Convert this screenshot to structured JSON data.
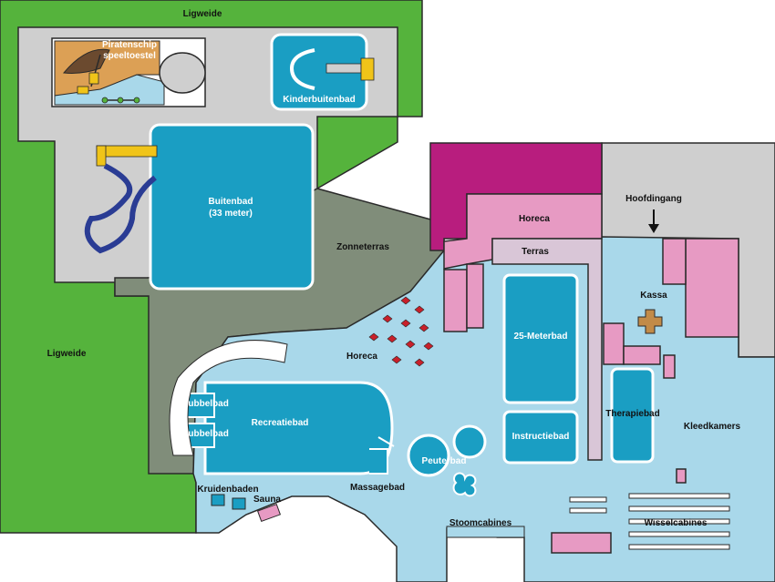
{
  "colors": {
    "lawn": "#55b33c",
    "paving": "#cfcfcf",
    "terrace": "#808d7a",
    "indoor": "#a9d8ea",
    "water": "#1a9ec3",
    "magenta": "#b81d7e",
    "pink": "#e79ac3",
    "lilac": "#d9c6d7",
    "sand": "#dca055",
    "slide": "#f0c419",
    "tube": "#2a3c94",
    "umbrella": "#c8202a",
    "kassa": "#c28b48"
  },
  "labels": {
    "ligweide_top": "Ligweide",
    "ligweide_left": "Ligweide",
    "piratenschip_line1": "Piratenschip",
    "piratenschip_line2": "speeltoestel",
    "kinderbuitenbad": "Kinderbuitenbad",
    "buitenbad_line1": "Buitenbad",
    "buitenbad_line2": "(33 meter)",
    "zonneterras": "Zonneterras",
    "horeca_top": "Horeca",
    "terras": "Terras",
    "hoofdingang": "Hoofdingang",
    "kassa": "Kassa",
    "meterbad_25": "25-Meterbad",
    "horeca_indoor": "Horeca",
    "bubbelbad_1": "Bubbelbad",
    "bubbelbad_2": "Bubbelbad",
    "recreatiebad": "Recreatiebad",
    "therapiebad": "Therapiebad",
    "kleedkamers": "Kleedkamers",
    "instructiebad": "Instructiebad",
    "peuterbad": "Peuterbad",
    "kruidenbaden": "Kruidenbaden",
    "sauna": "Sauna",
    "massagebad": "Massagebad",
    "stoomcabines": "Stoomcabines",
    "wisselcabines": "Wisselcabines"
  }
}
